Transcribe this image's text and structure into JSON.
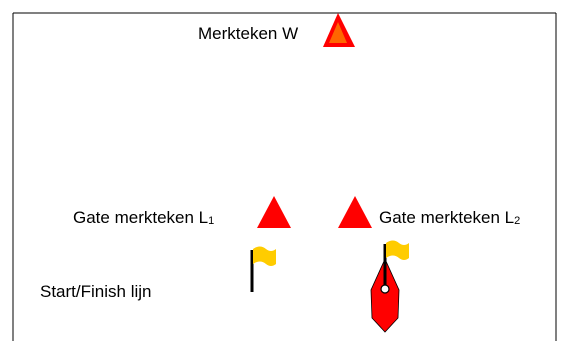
{
  "labels": {
    "windward_mark": "Merkteken W",
    "gate_left_main": "Gate merkteken L",
    "gate_left_sub": "1",
    "gate_right_main": "Gate merkteken L",
    "gate_right_sub": "2",
    "start_finish": "Start/Finish lijn"
  },
  "colors": {
    "mark_fill": "#ff0000",
    "mark_inner": "#ff6600",
    "flag_fill": "#ffcc00",
    "pole": "#000000",
    "boat_fill": "#ff0000",
    "border": "#000000"
  },
  "icons": {
    "mark": "red-triangle-buoy",
    "flag": "yellow-flag",
    "boat": "red-committee-boat"
  }
}
